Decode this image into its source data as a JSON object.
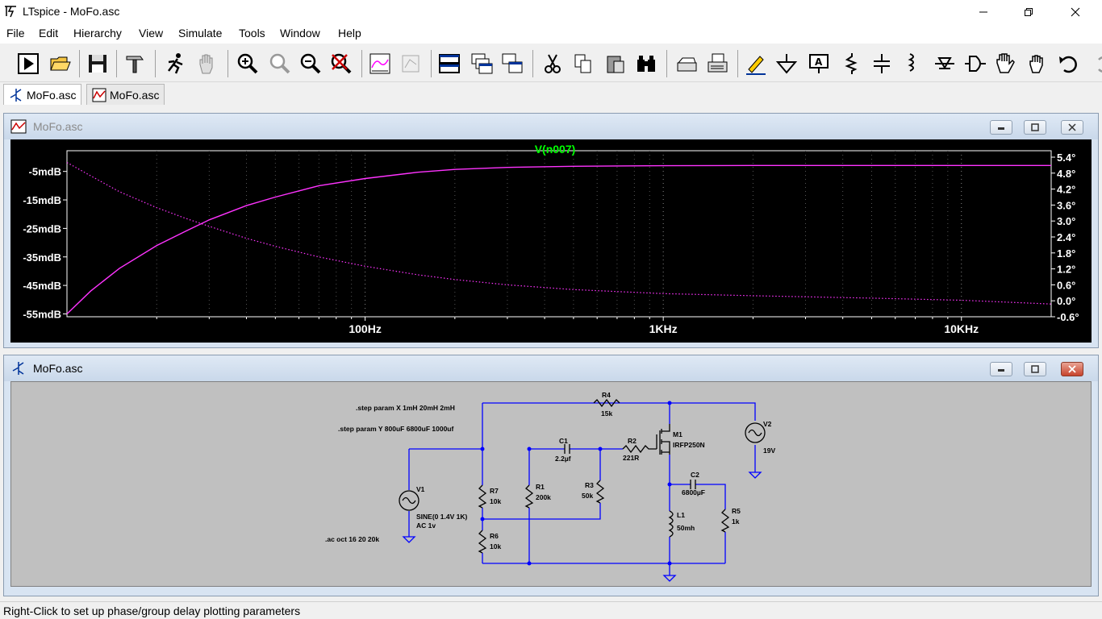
{
  "window": {
    "title": "LTspice - MoFo.asc"
  },
  "menu": [
    "File",
    "Edit",
    "Hierarchy",
    "View",
    "Simulate",
    "Tools",
    "Window",
    "Help"
  ],
  "tabs": [
    {
      "label": "MoFo.asc",
      "icon": "schematic-icon",
      "active": true
    },
    {
      "label": "MoFo.asc",
      "icon": "waveform-icon",
      "active": false
    }
  ],
  "plot_window": {
    "title": "MoFo.asc"
  },
  "schematic_window": {
    "title": "MoFo.asc"
  },
  "chart_data": {
    "type": "line",
    "title": "V(n007)",
    "x_scale": "log",
    "xlim": [
      10,
      20000
    ],
    "x_ticks": [
      {
        "value": 100,
        "label": "100Hz"
      },
      {
        "value": 1000,
        "label": "1KHz"
      },
      {
        "value": 10000,
        "label": "10KHz"
      }
    ],
    "ylim_left": [
      -56,
      0
    ],
    "y_ticks_left": [
      {
        "value": -5,
        "label": "-5mdB"
      },
      {
        "value": -15,
        "label": "-15mdB"
      },
      {
        "value": -25,
        "label": "-25mdB"
      },
      {
        "value": -35,
        "label": "-35mdB"
      },
      {
        "value": -45,
        "label": "-45mdB"
      },
      {
        "value": -55,
        "label": "-55mdB"
      }
    ],
    "ylim_right": [
      -0.6,
      5.4
    ],
    "y_ticks_right": [
      {
        "value": 5.4,
        "label": "5.4°"
      },
      {
        "value": 4.8,
        "label": "4.8°"
      },
      {
        "value": 4.2,
        "label": "4.2°"
      },
      {
        "value": 3.6,
        "label": "3.6°"
      },
      {
        "value": 3.0,
        "label": "3.0°"
      },
      {
        "value": 2.4,
        "label": "2.4°"
      },
      {
        "value": 1.8,
        "label": "1.8°"
      },
      {
        "value": 1.2,
        "label": "1.2°"
      },
      {
        "value": 0.6,
        "label": "0.6°"
      },
      {
        "value": 0.0,
        "label": "0.0°"
      },
      {
        "value": -0.6,
        "label": "-0.6°"
      }
    ],
    "color": "#ff33ff",
    "title_color": "#00ff00",
    "series": [
      {
        "axis": "left",
        "style": "solid",
        "x": [
          10,
          12,
          15,
          20,
          25,
          30,
          40,
          50,
          70,
          100,
          150,
          200,
          300,
          500,
          1000,
          2000,
          5000,
          10000,
          20000
        ],
        "y": [
          -55,
          -47,
          -39,
          -31,
          -26,
          -22,
          -17,
          -14,
          -10,
          -7.5,
          -5.3,
          -4.3,
          -3.6,
          -3.2,
          -3.0,
          -2.9,
          -2.9,
          -2.9,
          -2.9
        ]
      },
      {
        "axis": "right",
        "style": "dotted",
        "x": [
          10,
          12,
          15,
          20,
          25,
          30,
          40,
          50,
          70,
          100,
          150,
          200,
          300,
          500,
          1000,
          2000,
          5000,
          10000,
          20000
        ],
        "y": [
          5.2,
          4.7,
          4.1,
          3.5,
          3.1,
          2.8,
          2.35,
          2.05,
          1.65,
          1.3,
          0.98,
          0.8,
          0.6,
          0.42,
          0.27,
          0.19,
          0.1,
          0.02,
          -0.12
        ]
      }
    ]
  },
  "schematic": {
    "directives": [
      ".step param X 1mH 20mH 2mH",
      ".step param Y 800uF 6800uF 1000uf",
      ".ac oct 16 20 20k"
    ],
    "components": {
      "R4": {
        "name": "R4",
        "value": "15k"
      },
      "C1": {
        "name": "C1",
        "value": "2.2µf"
      },
      "R2": {
        "name": "R2",
        "value": "221R"
      },
      "M1": {
        "name": "M1",
        "value": "IRFP250N"
      },
      "V2": {
        "name": "V2",
        "value": "19V"
      },
      "V1": {
        "name": "V1",
        "value": "SINE(0 1.4V 1K)",
        "value2": "AC 1v"
      },
      "R7": {
        "name": "R7",
        "value": "10k"
      },
      "R1": {
        "name": "R1",
        "value": "200k"
      },
      "R3": {
        "name": "R3",
        "value": "50k"
      },
      "C2": {
        "name": "C2",
        "value": "6800µF"
      },
      "L1": {
        "name": "L1",
        "value": "50mh"
      },
      "R5": {
        "name": "R5",
        "value": "1k"
      },
      "R6": {
        "name": "R6",
        "value": "10k"
      }
    },
    "wire_color": "#0000ff"
  },
  "status": {
    "text": "Right-Click to set up phase/group delay plotting parameters"
  }
}
